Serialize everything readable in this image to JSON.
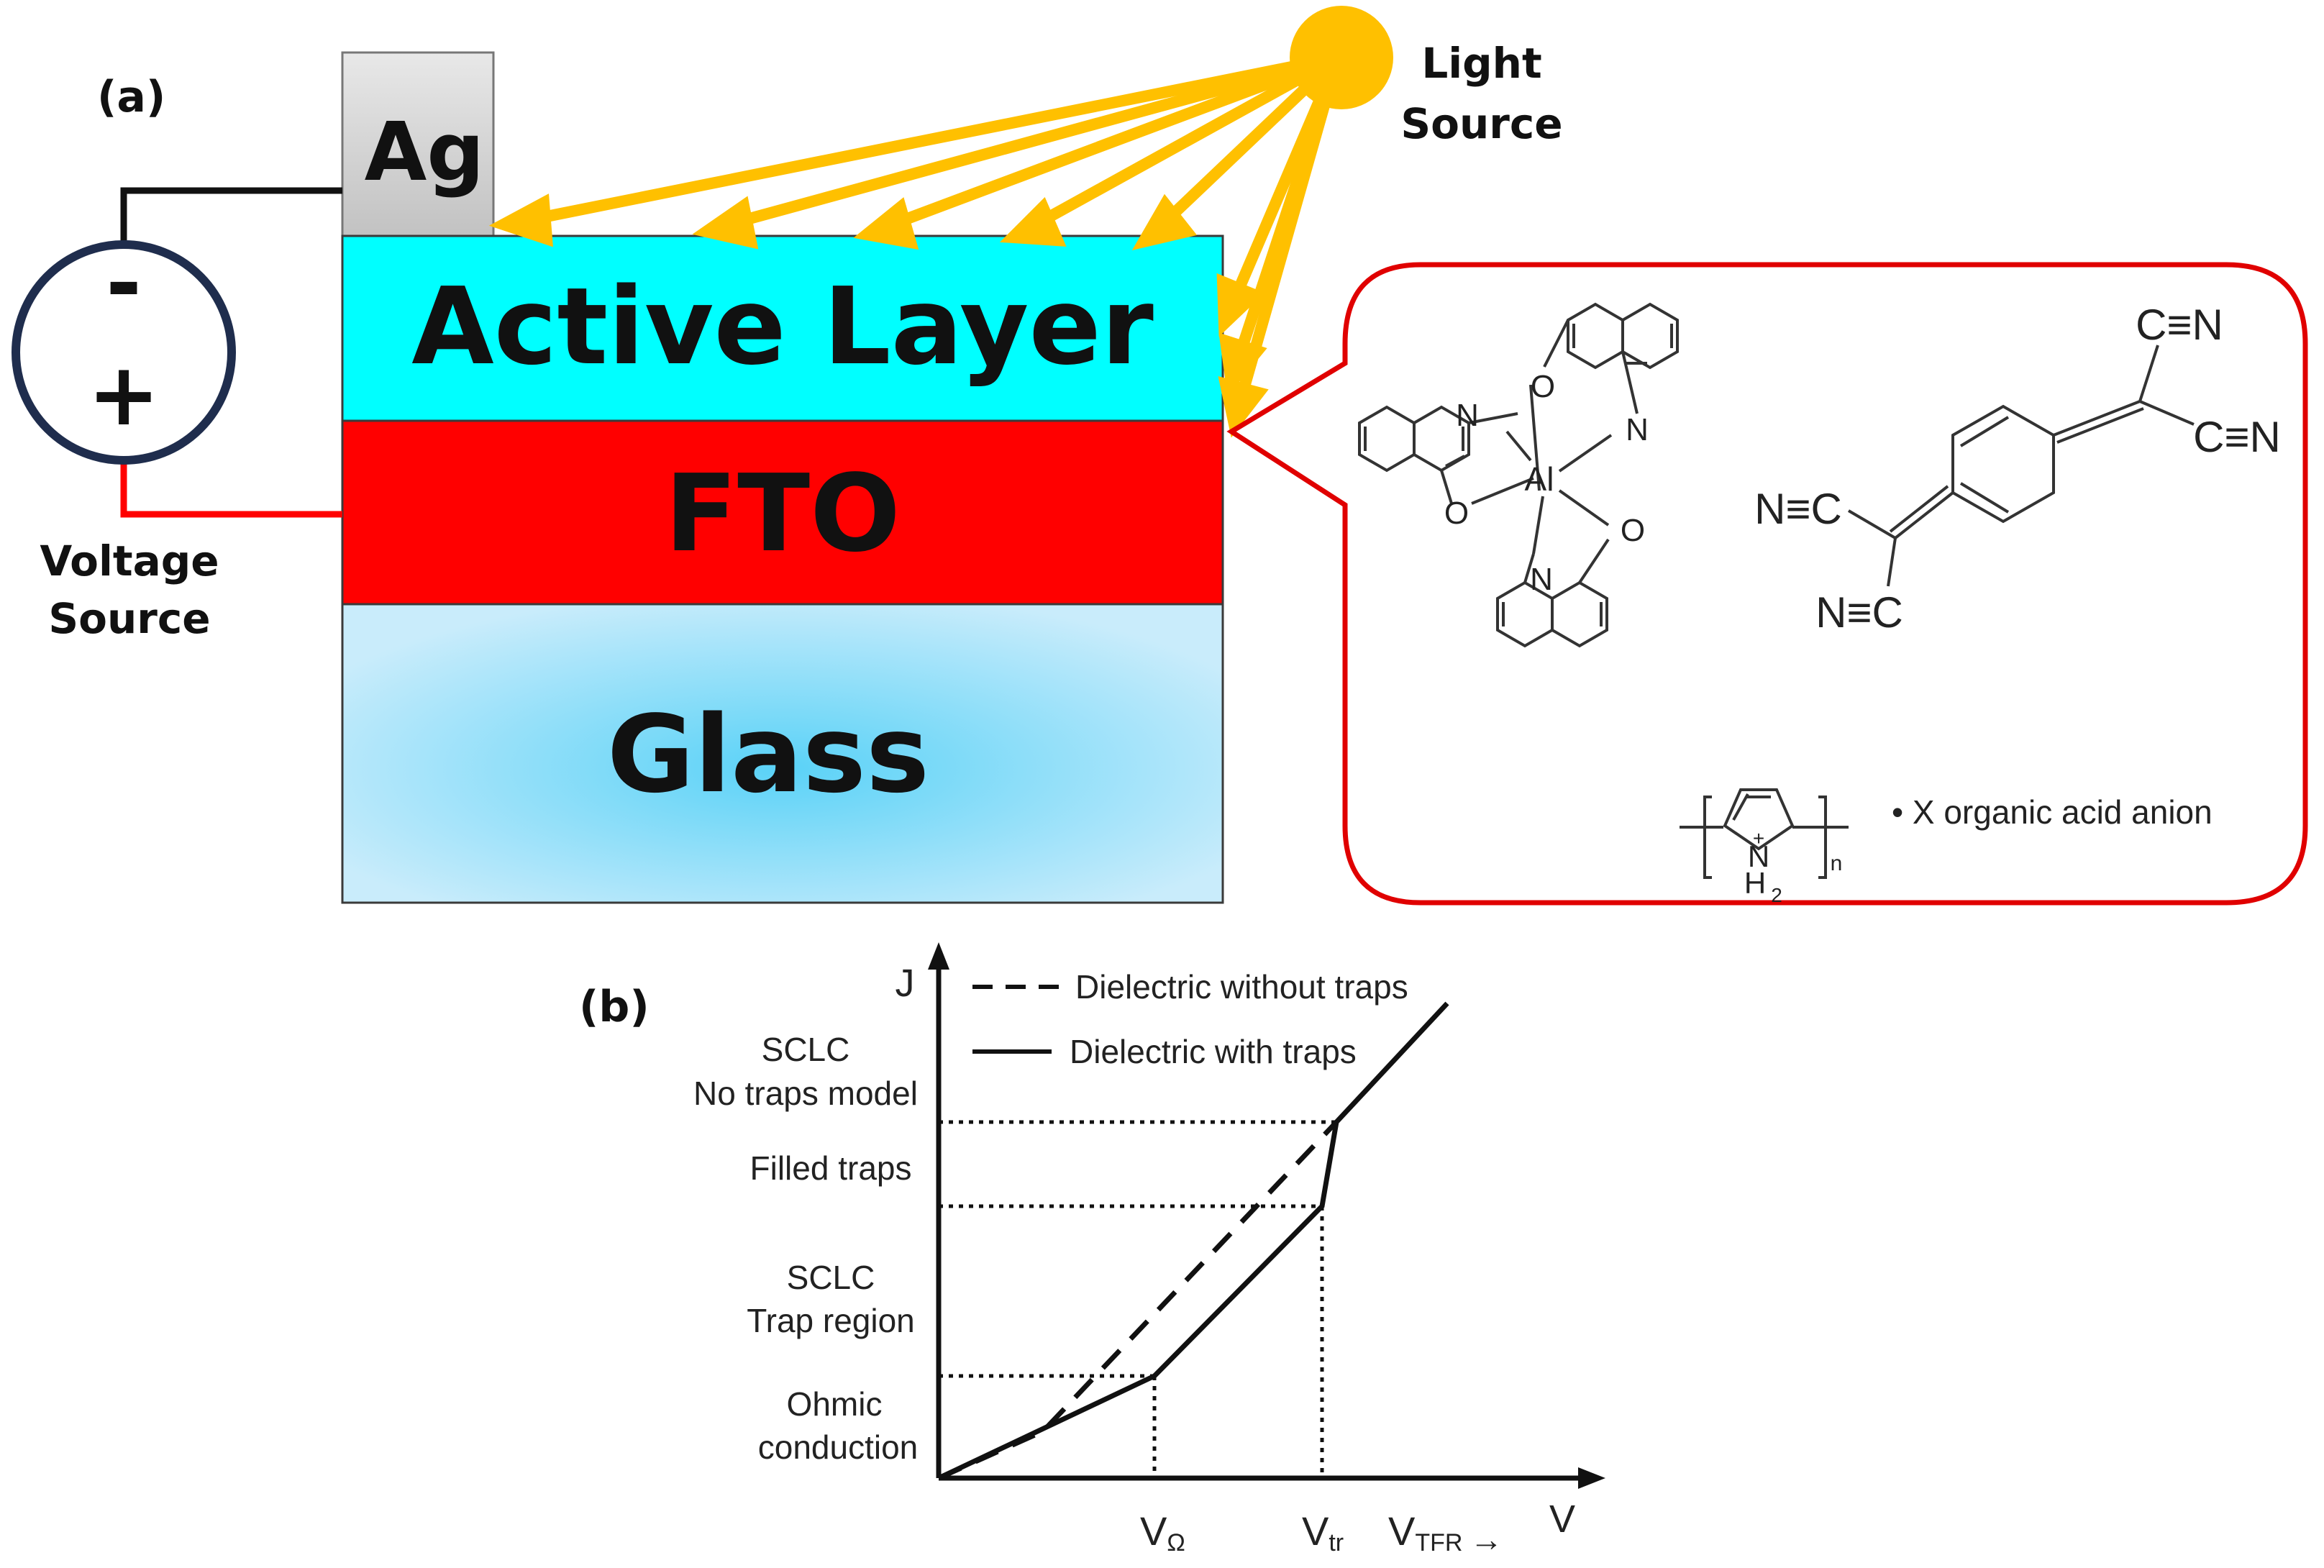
{
  "panel_a": {
    "label": "(a)",
    "ag_label": "Ag",
    "active_layer_label": "Active Layer",
    "fto_label": "FTO",
    "glass_label": "Glass",
    "voltage_source": {
      "minus": "-",
      "plus": "+",
      "line1": "Voltage",
      "line2": "Source"
    },
    "light_source": {
      "line1": "Light",
      "line2": "Source"
    },
    "colors": {
      "active_layer": "#00ffff",
      "fto": "#ff0000",
      "glass_center": "#5ad2f7",
      "glass_edge": "#c9ecfb",
      "ag": "#cccccc",
      "light": "#ffc000",
      "callout_border": "#e00000",
      "circuit_ring": "#1f2d4d"
    },
    "molecules": {
      "alq3": {
        "metal": "Al",
        "n": "N",
        "o": "O"
      },
      "tcnq": {
        "groups": [
          "C≡N",
          "C≡N",
          "N≡C",
          "N≡C"
        ]
      },
      "polypyrrole": {
        "nh": "N",
        "h2": "H",
        "sub2": "2",
        "charge": "+",
        "n": "n",
        "anion": "• X organic acid anion"
      }
    }
  },
  "panel_b": {
    "label": "(b)",
    "y_axis_label": "J",
    "x_axis_label": "V",
    "legend": [
      {
        "label": "Dielectric without traps",
        "style": "dashed"
      },
      {
        "label": "Dielectric with traps",
        "style": "solid"
      }
    ],
    "region_labels": {
      "sclc_no_traps": [
        "SCLC",
        "No traps model"
      ],
      "filled_traps": [
        "Filled traps"
      ],
      "sclc_trap": [
        "SCLC",
        "Trap region"
      ],
      "ohmic": [
        "Ohmic",
        "conduction"
      ]
    },
    "x_ticks": {
      "v_omega": {
        "main": "V",
        "sub": "Ω"
      },
      "v_tr": {
        "main": "V",
        "sub": "tr"
      },
      "v_tfr": {
        "main": "V",
        "sub": "TFR",
        "arrow": "→"
      }
    }
  }
}
